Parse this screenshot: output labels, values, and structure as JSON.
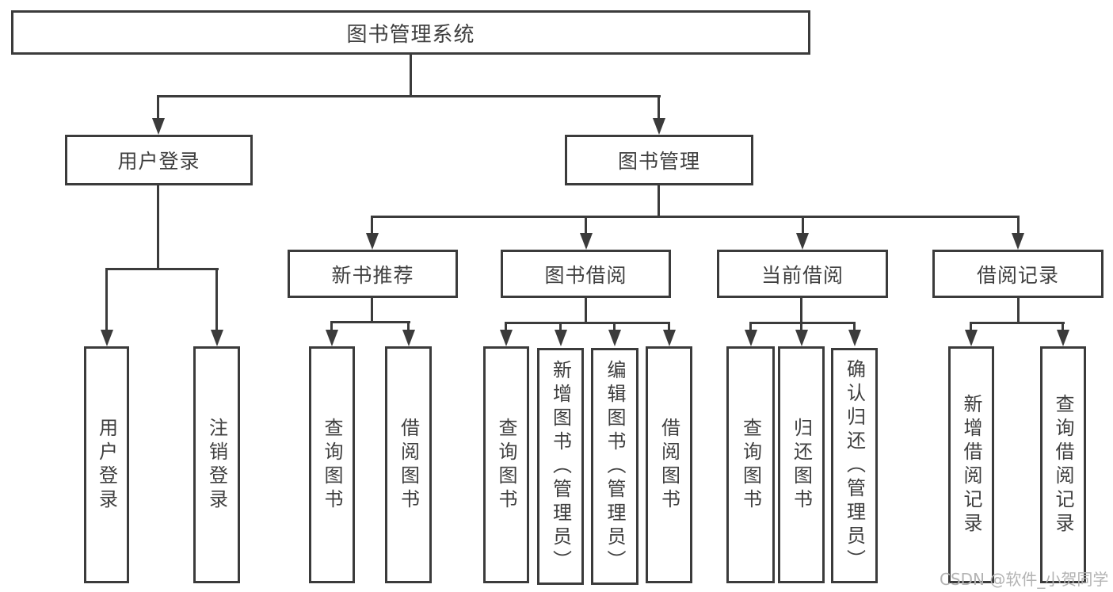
{
  "diagram": {
    "title_node": "图书管理系统",
    "level1": {
      "user_login": "用户登录",
      "book_management": "图书管理"
    },
    "level2": {
      "new_book_recommend": "新书推荐",
      "book_borrow": "图书借阅",
      "current_borrow": "当前借阅",
      "borrow_record": "借阅记录"
    },
    "leaves": {
      "user_login": [
        "用户登录",
        "注销登录"
      ],
      "new_book_recommend": [
        "查询图书",
        "借阅图书"
      ],
      "book_borrow": [
        "查询图书",
        "新增图书（管理员）",
        "编辑图书（管理员）",
        "借阅图书"
      ],
      "current_borrow": [
        "查询图书",
        "归还图书",
        "确认归还（管理员）"
      ],
      "borrow_record": [
        "新增借阅记录",
        "查询借阅记录"
      ]
    },
    "watermark": "CSDN @软件_小贺同学",
    "colors": {
      "line": "#3b3b3b",
      "text": "#3f3f3f",
      "background": "#ffffff",
      "watermark": "#b3b3b3"
    }
  }
}
